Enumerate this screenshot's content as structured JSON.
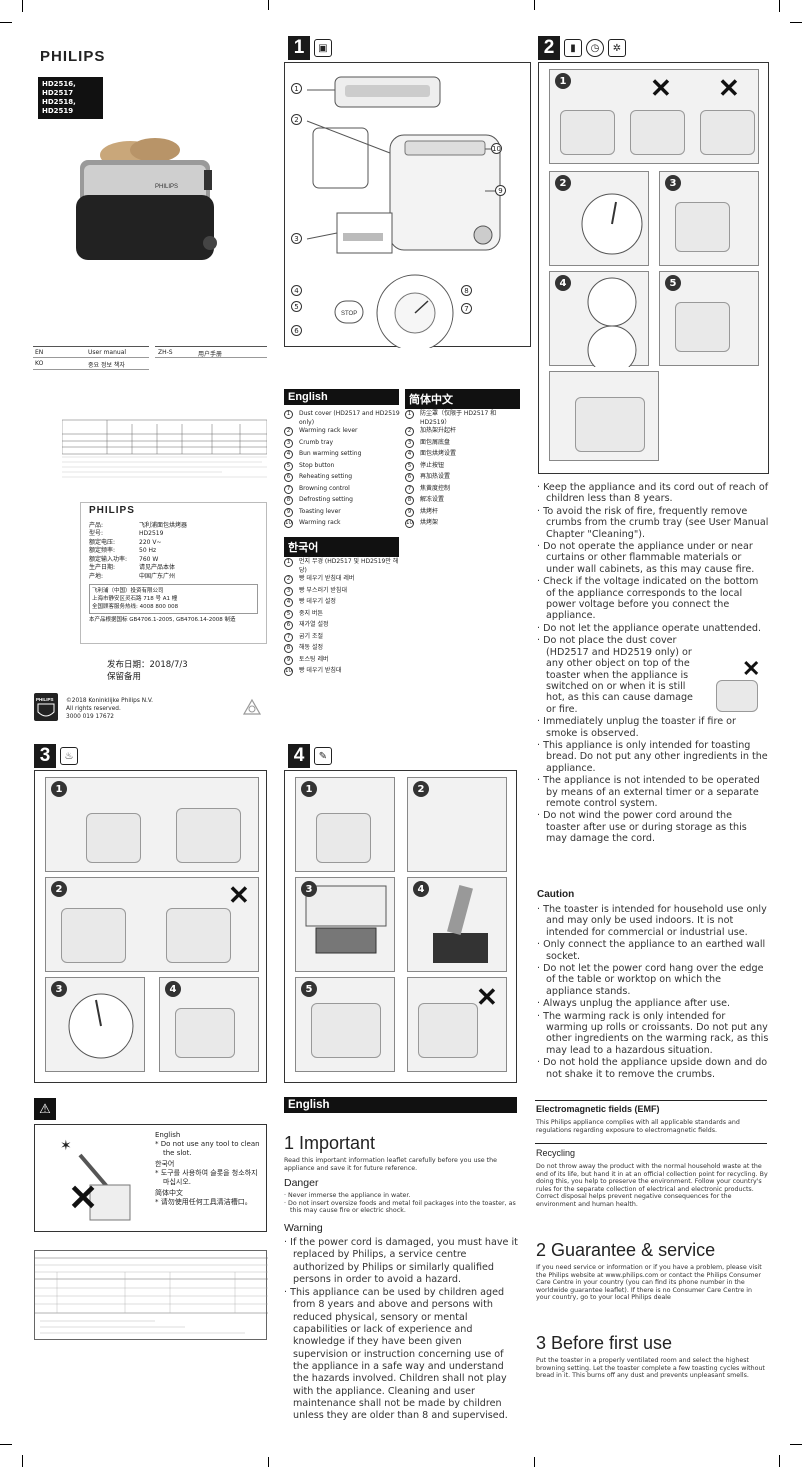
{
  "brand": "PHILIPS",
  "models": [
    "HD2516, HD2517",
    "HD2518, HD2519"
  ],
  "toc": {
    "en_code": "EN",
    "en_label": "User manual",
    "zh_code": "ZH-S",
    "zh_label": "用户手册",
    "ko_code": "KO",
    "ko_label": "중요 정보 책자"
  },
  "cn_label": {
    "company_brand": "PHILIPS",
    "product_k": "产品:",
    "product_v": "飞利浦面包烘烤器",
    "model_k": "型号:",
    "model_v": "HD2519",
    "voltage_k": "额定电压:",
    "voltage_v": "220 V~",
    "freq_k": "额定频率:",
    "freq_v": "50 Hz",
    "power_k": "额定输入功率:",
    "power_v": "760 W",
    "date_k": "生产日期:",
    "date_v": "请见产品本体",
    "origin_k": "产地:",
    "origin_v": "中国广东广州",
    "company": "飞利浦（中国）投资有限公司",
    "address": "上海市静安区灵石路 718 号 A1 幢",
    "hotline": "全国顾客服务热线: 4008 800 008",
    "standard": "本产品根据国标 GB4706.1-2005, GB4706.14-2008 制造",
    "release": "发布日期：2018/7/3",
    "keep": "保留备用"
  },
  "copyright": [
    "©2018 Koninklijke Philips N.V.",
    "All rights reserved.",
    "3000 019 17672"
  ],
  "steps": {
    "s1": "1",
    "s2": "2",
    "s3": "3",
    "s4": "4"
  },
  "parts_en": {
    "header": "English",
    "items": [
      "Dust cover (HD2517 and HD2519 only)",
      "Warming rack lever",
      "Crumb tray",
      "Bun warming setting",
      "Stop button",
      "Reheating setting",
      "Browning control",
      "Defrosting setting",
      "Toasting lever",
      "Warming rack"
    ]
  },
  "parts_zh": {
    "header": "简体中文",
    "items": [
      "防尘罩（仅限于 HD2517 和 HD2519）",
      "加热架升起杆",
      "面包屑底盘",
      "面包烘烤设置",
      "停止按钮",
      "再加热设置",
      "焦黄度控制",
      "解冻设置",
      "烘烤杆",
      "烘烤架"
    ]
  },
  "parts_ko": {
    "header": "한국어",
    "items": [
      "먼지 무경 (HD2517 및 HD2519만 해당)",
      "빵 데우기 받침대 레버",
      "빵 부스러기 받침대",
      "빵 데우기 설정",
      "중지 버튼",
      "재가열 설정",
      "굽기 조절",
      "해동 설정",
      "토스팅 레버",
      "빵 데우기 받침대"
    ]
  },
  "warn_box": {
    "en_head": "English",
    "en_text": "Do not use any tool to clean the slot.",
    "ko_head": "한국어",
    "ko_text": "도구를 사용하여 슬롯을 청소하지 마십시오.",
    "zh_head": "简体中文",
    "zh_text": "请勿使用任何工具清洁槽口。"
  },
  "main_col": {
    "header": "English",
    "important": "1   Important",
    "intro": "Read this important information leaflet carefully before you use the appliance and save it for future reference.",
    "danger_head": "Danger",
    "danger": [
      "Never immerse the appliance in water.",
      "Do not insert oversize foods and metal foil packages into the toaster, as this may cause fire or electric shock."
    ],
    "warning_head": "Warning",
    "warning": [
      "If the power cord is damaged, you must have it replaced by Philips, a service centre authorized by Philips or similarly qualified persons in order to avoid a hazard.",
      "This appliance can be used by children aged from 8 years and above and persons with reduced physical, sensory or mental capabilities or lack of experience and knowledge if they have been given supervision or instruction concerning use of the appliance in a safe way and understand the hazards involved. Children shall not play with the appliance. Cleaning and user maintenance shall not be made by children unless they are older than 8 and supervised."
    ]
  },
  "right_col": {
    "bullets": [
      "Keep the appliance and its cord out of reach of children less than 8 years.",
      "To avoid the risk of fire, frequently remove crumbs from the crumb tray (see User Manual Chapter \"Cleaning\").",
      "Do not operate the appliance under or near curtains or other flammable materials or under wall cabinets, as this may cause fire.",
      "Check if the voltage indicated on the bottom of the appliance corresponds to the local power voltage before you connect the appliance.",
      "Do not let the appliance operate unattended.",
      "Do not place the dust cover (HD2517 and HD2519 only) or any other object on top of the toaster when the appliance is switched on or when it is still hot, as this can cause damage or fire.",
      "Immediately unplug the toaster if fire or smoke is observed.",
      "This appliance is only intended for toasting bread. Do not put any other ingredients in the appliance.",
      "The appliance is not intended to be operated by means of an external timer or a separate remote control system.",
      "Do not wind the power cord around the toaster after use or during storage as this may damage the cord."
    ],
    "caution_head": "Caution",
    "caution": [
      "The toaster is intended for household use only and may only be used indoors. It is not intended for commercial or industrial use.",
      "Only connect the appliance to an earthed wall socket.",
      "Do not let the power cord hang over the edge of the table or worktop on which the appliance stands.",
      "Always unplug the appliance after use.",
      "The warming rack is only intended for warming up rolls or croissants. Do not put any other ingredients on the warming rack, as this may lead to a hazardous situation.",
      "Do not hold the appliance upside down and do not shake it to remove the crumbs."
    ],
    "emf_head": "Electromagnetic fields (EMF)",
    "emf": "This Philips appliance complies with all applicable standards and regulations regarding exposure to electromagnetic fields.",
    "recycling_head": "Recycling",
    "recycling": "Do not throw away the product with the normal household waste at the end of its life, but hand it in at an official collection point for recycling. By doing this, you help to preserve the environment. Follow your country's rules for the separate collection of electrical and electronic products. Correct disposal helps prevent negative consequences for the environment and human health.",
    "guarantee_head": "2   Guarantee & service",
    "guarantee": "If you need service or information or if you have a problem, please visit the Philips website at www.philips.com or contact the Philips Consumer Care Centre in your country (you can find its phone number in the worldwide guarantee leaflet). If there is no Consumer Care Centre in your country, go to your local Philips deale",
    "first_use_head": "3   Before first use",
    "first_use": "Put the toaster in a properly ventilated room and select the highest browning setting. Let the toaster complete a few toasting cycles without bread in it. This burns off any dust and prevents unpleasant smells."
  },
  "dial_labels": {
    "stop": "STOP"
  },
  "colors": {
    "black": "#111111",
    "panel_bg": "#f2f2f2"
  }
}
